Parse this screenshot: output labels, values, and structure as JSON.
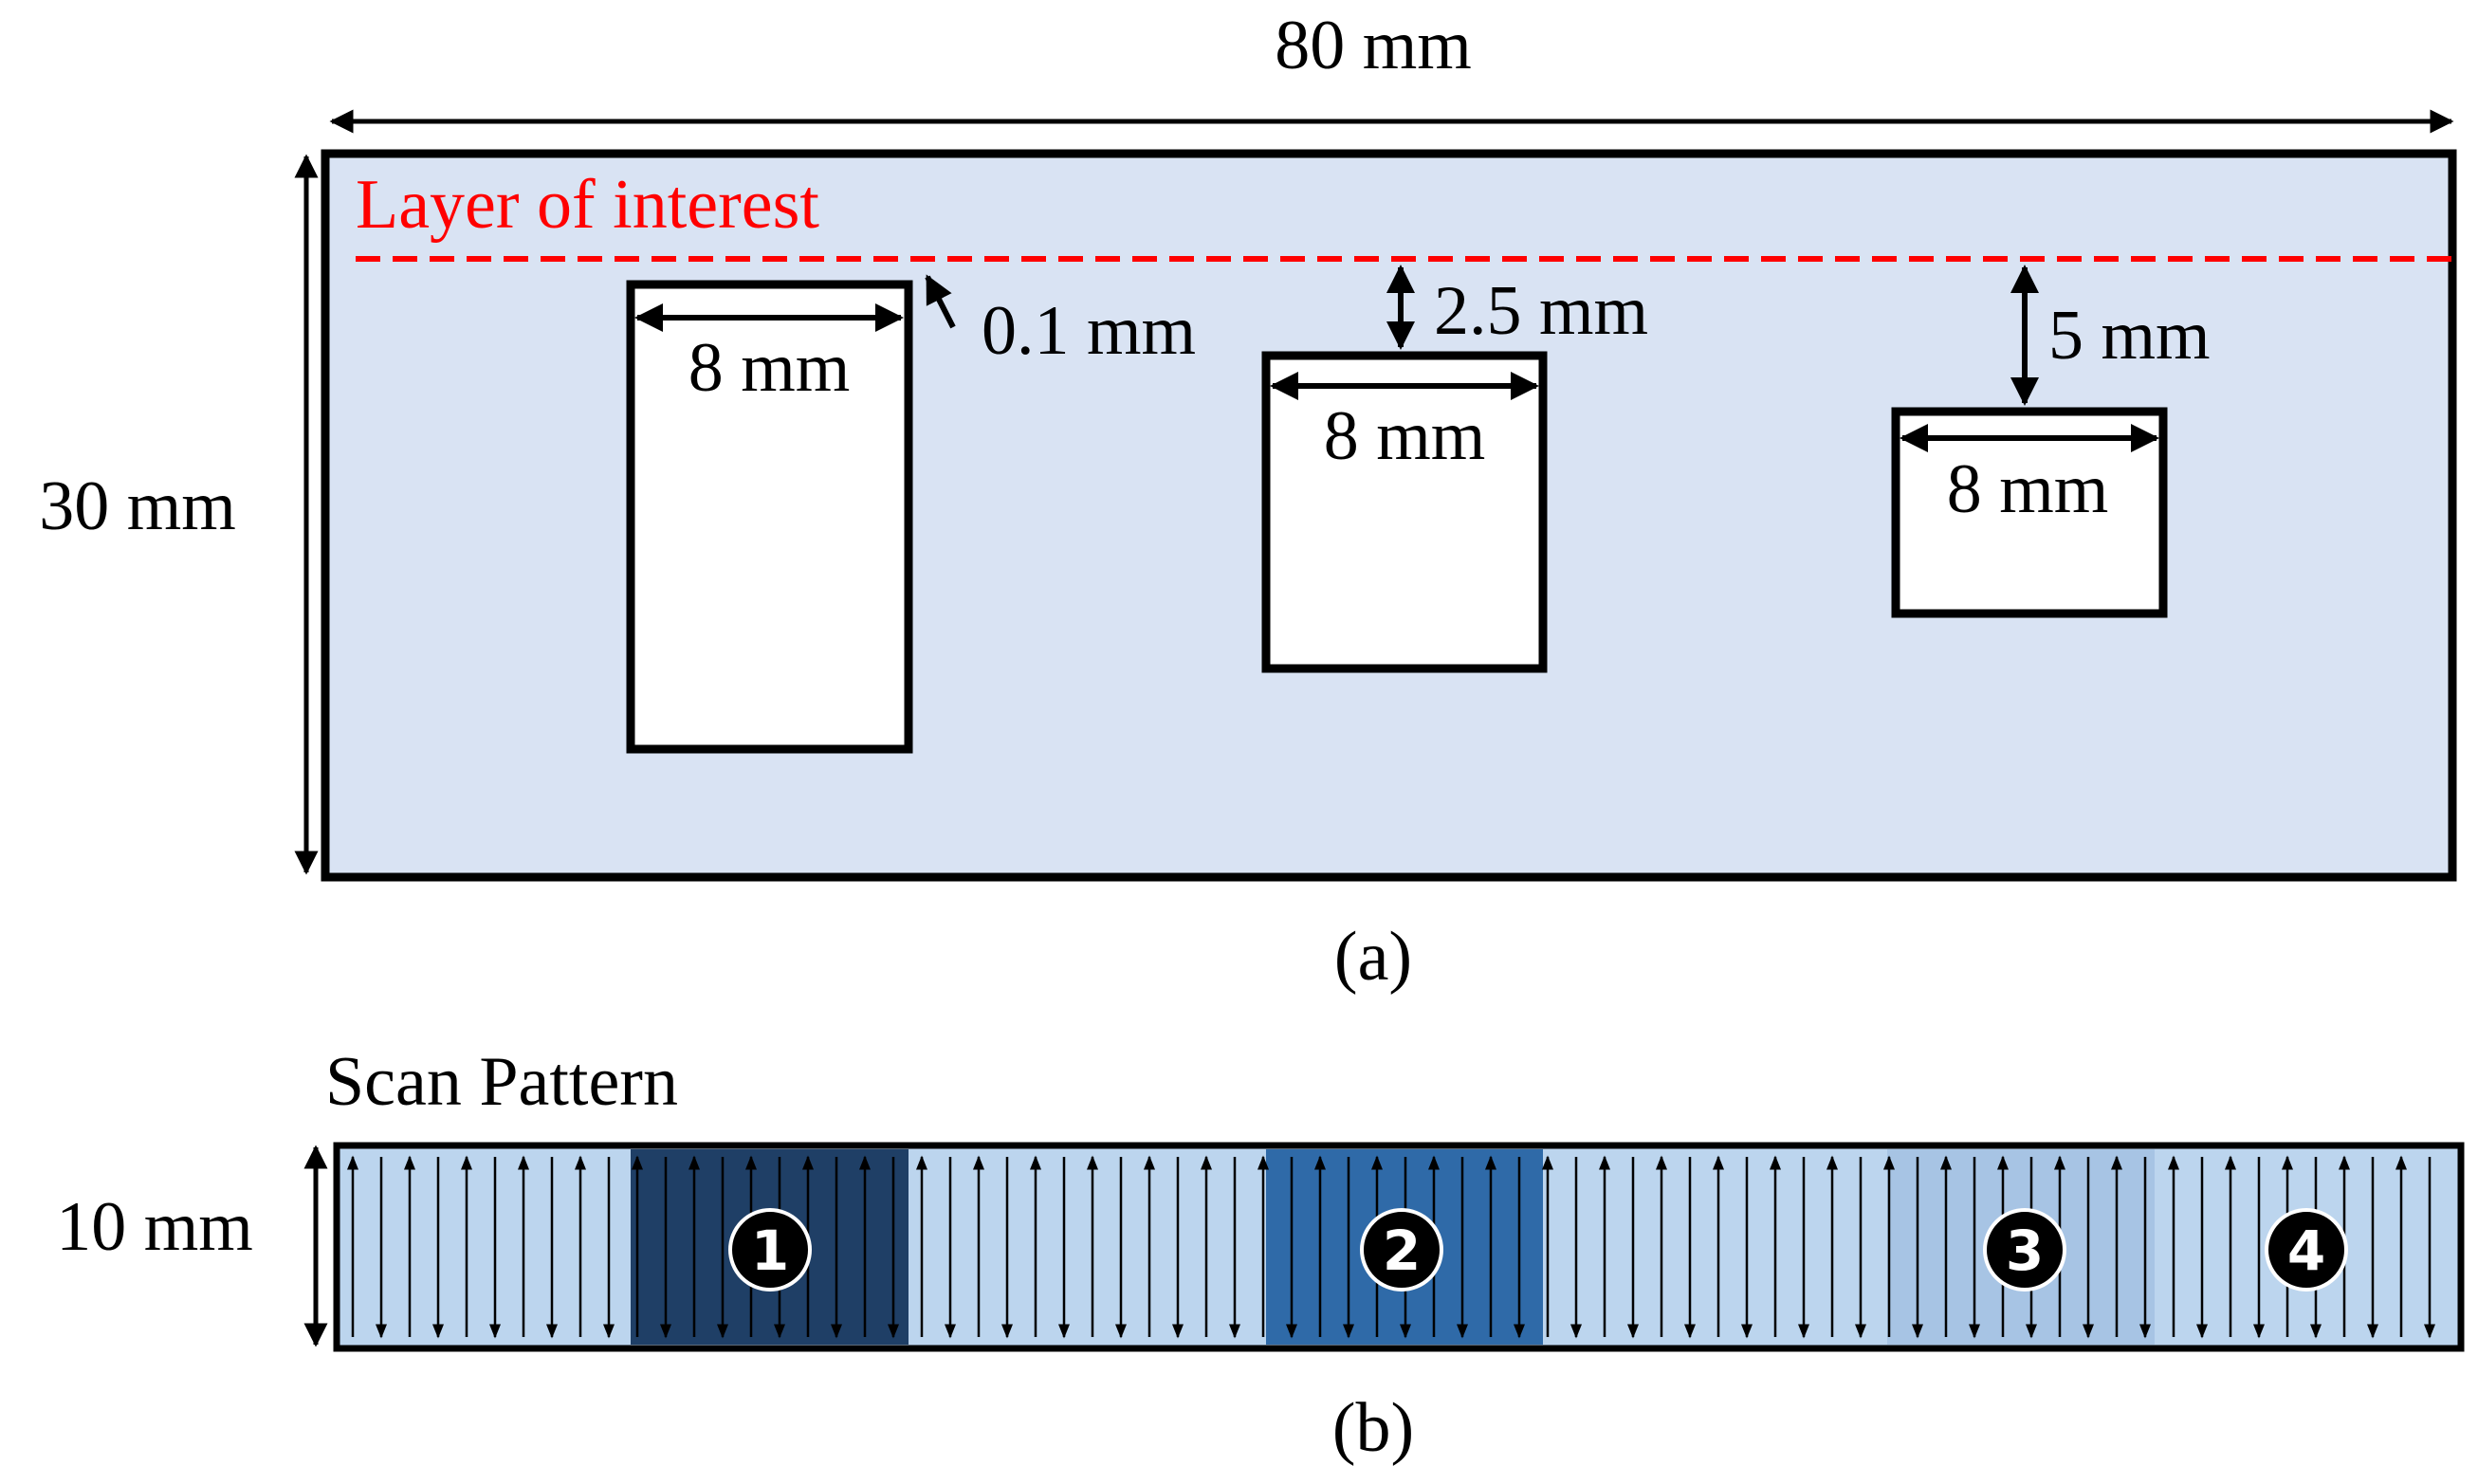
{
  "panel_a": {
    "width_label": "80 mm",
    "height_label": "30 mm",
    "layer_label": "Layer of interest",
    "caption": "(a)",
    "cavities": [
      {
        "width_label": "8 mm",
        "depth_label": "0.1 mm"
      },
      {
        "width_label": "8 mm",
        "depth_label": "2.5 mm"
      },
      {
        "width_label": "8 mm",
        "depth_label": "5 mm"
      }
    ]
  },
  "panel_b": {
    "title": "Scan Pattern",
    "height_label": "10 mm",
    "caption": "(b)",
    "regions": [
      {
        "label": "1",
        "color": "#1f3f66"
      },
      {
        "label": "2",
        "color": "#2f6aa8"
      },
      {
        "label": "3",
        "color": "#a7c4e4"
      },
      {
        "label": "4",
        "color": "#b7d1ec"
      }
    ]
  },
  "colors": {
    "background_fill": "#d9e3f3",
    "layer_line": "#ff0000",
    "scan_strip": "#bcd5ee",
    "outline": "#000000"
  }
}
